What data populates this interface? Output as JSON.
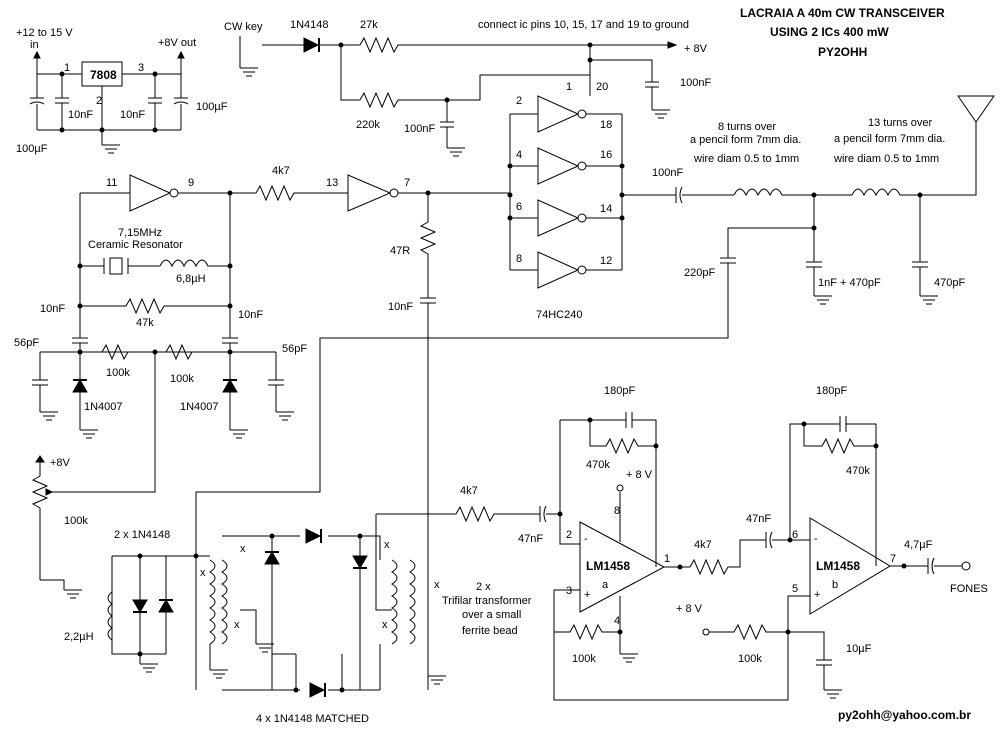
{
  "title": {
    "line1": "LACRAIA   A  40m  CW TRANSCEIVER",
    "line2": "USING 2 ICs     400 mW",
    "line3": "PY2OHH"
  },
  "email": "py2ohh@yahoo.com.br",
  "note": "connect ic pins 10, 15, 17 and 19 to ground",
  "labels": {
    "supply_in": "+12 to 15 V",
    "in": "in",
    "out_8v": "+8V out",
    "reg": "7808",
    "reg_p1": "1",
    "reg_p2": "2",
    "reg_p3": "3",
    "c_100uf_a": "100µF",
    "c_10nf_a": "10nF",
    "c_10nf_b": "10nF",
    "c_100uf_b": "100µF",
    "cw_key": "CW key",
    "d_1n4148": "1N4148",
    "r_27k": "27k",
    "r_220k": "220k",
    "c_100nf_key": "100nF",
    "plus8v_top": "+ 8V",
    "c_100nf_top": "100nF",
    "pin20": "20",
    "inv_p1": "1",
    "inv_p2": "2",
    "inv_p4": "4",
    "inv_p6": "6",
    "inv_p8": "8",
    "inv_p18": "18",
    "inv_p16": "16",
    "inv_p14": "14",
    "inv_p12": "12",
    "ic_74hc240": "74HC240",
    "osc_p11": "11",
    "osc_p9": "9",
    "r_4k7_osc": "4k7",
    "buf_p13": "13",
    "buf_p7": "7",
    "xtal_freq": "7,15MHz",
    "xtal_name": "Ceramic Resonator",
    "l_6u8": "6,8µH",
    "c_10nf_osc_l": "10nF",
    "c_10nf_osc_r": "10nF",
    "r_47k": "47k",
    "r_47r": "47R",
    "c_10nf_mid": "10nF",
    "c_100nf_out": "100nF",
    "l1_line1": "8 turns over",
    "l1_line2": "a pencil form 7mm dia.",
    "l1_line3": "wire diam  0.5 to 1mm",
    "l2_line1": "13 turns over",
    "l2_line2": "a pencil form 7mm dia.",
    "l2_line3": "wire diam  0.5 to 1mm",
    "c_220pf": "220pF",
    "c_1nf_470": "1nF + 470pF",
    "c_470pf": "470pF",
    "c_56pf_l": "56pF",
    "c_56pf_r": "56pF",
    "r_100k_a": "100k",
    "r_100k_b": "100k",
    "d_1n4007_a": "1N4007",
    "d_1n4007_b": "1N4007",
    "plus8v_pot": "+8V",
    "pot_100k": "100k",
    "d_2x1n4148": "2 x 1N4148",
    "l_2u2": "2,2µH",
    "d_4x1n4148": "4 x 1N4148 MATCHED",
    "xfmr_line1": "2 x",
    "xfmr_line2": "Trifilar transformer",
    "xfmr_line3": "over a small",
    "xfmr_line4": "ferrite bead",
    "x": "x",
    "r_4k7_mix": "4k7",
    "c_47nf_a": "47nF",
    "c_180pf_a": "180pF",
    "r_470k_a": "470k",
    "plus8v_op": "+ 8 V",
    "op_pin8": "8",
    "op_pin2": "2",
    "op_pin3": "3",
    "op_pin1": "1",
    "op_pin4": "4",
    "op_a_name": "LM1458",
    "op_a_unit": "a",
    "minus": "-",
    "plus": "+",
    "r_100k_op": "100k",
    "r_4k7_op": "4k7",
    "c_47nf_b": "47nF",
    "c_180pf_b": "180pF",
    "r_470k_b": "470k",
    "op_pin6": "6",
    "op_pin5": "5",
    "op_pin7": "7",
    "op_b_name": "LM1458",
    "op_b_unit": "b",
    "plus8v_bias": "+ 8 V",
    "r_100k_bias": "100k",
    "c_10uf": "10µF",
    "c_4u7": "4,7µF",
    "fones": "FONES"
  }
}
